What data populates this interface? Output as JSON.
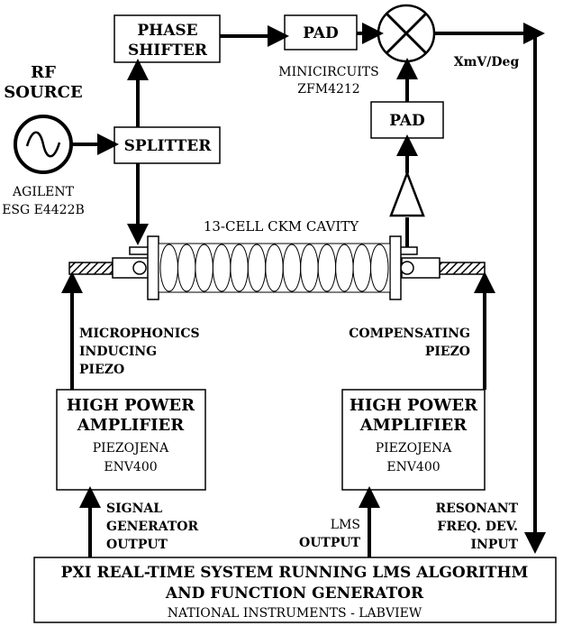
{
  "blocks": {
    "phase_shifter": [
      "PHASE",
      "SHIFTER"
    ],
    "pad_top": "PAD",
    "pad_right": "PAD",
    "splitter": "SPLITTER",
    "rf_source": [
      "RF",
      "SOURCE"
    ],
    "agilent": [
      "AGILENT",
      "ESG E4422B"
    ],
    "minicircuits": [
      "MINICIRCUITS",
      "ZFM4212"
    ],
    "mixer_output": "XmV/Deg",
    "cavity": "13-CELL CKM CAVITY",
    "mic_piezo": [
      "MICROPHONICS",
      "INDUCING",
      "PIEZO"
    ],
    "comp_piezo": [
      "COMPENSATING",
      "PIEZO"
    ],
    "amp_left": {
      "title": [
        "HIGH POWER",
        "AMPLIFIER"
      ],
      "sub": [
        "PIEZOJENA",
        "ENV400"
      ]
    },
    "amp_right": {
      "title": [
        "HIGH POWER",
        "AMPLIFIER"
      ],
      "sub": [
        "PIEZOJENA",
        "ENV400"
      ]
    },
    "sig_gen": [
      "SIGNAL",
      "GENERATOR",
      "OUTPUT"
    ],
    "lms_output": [
      "LMS",
      "OUTPUT"
    ],
    "resonant": [
      "RESONANT",
      "FREQ. DEV.",
      "INPUT"
    ],
    "pxi": {
      "title": [
        "PXI REAL-TIME SYSTEM RUNNING LMS ALGORITHM",
        "AND FUNCTION GENERATOR"
      ],
      "sub": "NATIONAL INSTRUMENTS - LABVIEW"
    }
  },
  "icons": {
    "rf_source": "sine-wave-source-icon",
    "mixer": "mixer-x-circle-icon",
    "amplifier": "triangle-amplifier-icon",
    "cavity": "bellows-cavity-icon"
  },
  "colors": {
    "line": "#000000",
    "background": "#ffffff"
  }
}
